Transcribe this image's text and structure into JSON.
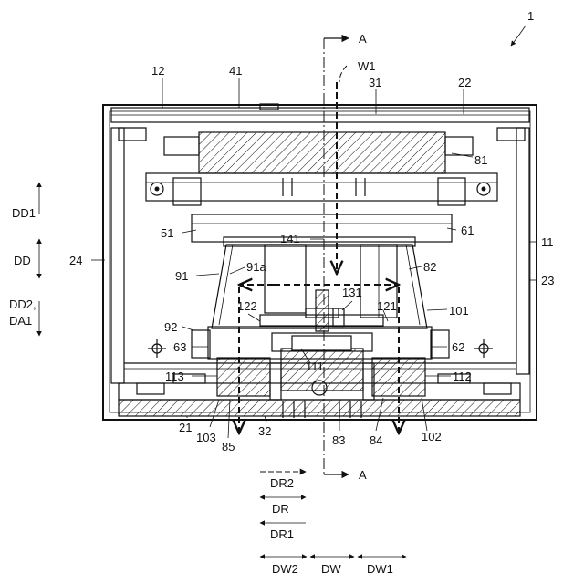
{
  "figure": {
    "labels": {
      "l1": "1",
      "A_top": "A",
      "W1": "W1",
      "l12": "12",
      "l41": "41",
      "l31": "31",
      "l22": "22",
      "l81": "81",
      "DD1": "DD1",
      "l51": "51",
      "l141": "141",
      "l61": "61",
      "DD": "DD",
      "l24": "24",
      "l11": "11",
      "l91": "91",
      "l91a": "91a",
      "l82": "82",
      "l23": "23",
      "DD2": "DD2,",
      "DA1": "DA1",
      "l122": "122",
      "l131": "131",
      "l121": "121",
      "l101": "101",
      "l92": "92",
      "l63": "63",
      "l111": "111",
      "l62": "62",
      "l113": "113",
      "l112": "112",
      "l21": "21",
      "l103": "103",
      "l85": "85",
      "l32": "32",
      "l83": "83",
      "l84": "84",
      "l102": "102",
      "A_bottom": "A",
      "DR2": "DR2",
      "DR": "DR",
      "DR1": "DR1",
      "DW2": "DW2",
      "DW": "DW",
      "DW1": "DW1"
    }
  }
}
